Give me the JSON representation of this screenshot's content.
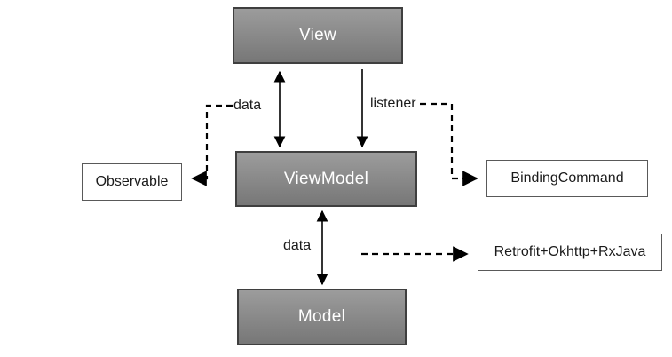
{
  "diagram": {
    "nodes": {
      "view": {
        "label": "View"
      },
      "viewmodel": {
        "label": "ViewModel"
      },
      "model": {
        "label": "Model"
      },
      "observable": {
        "label": "Observable"
      },
      "binding_command": {
        "label": "BindingCommand"
      },
      "retrofit": {
        "label": "Retrofit+Okhttp+RxJava"
      }
    },
    "edge_labels": {
      "data_top": "data",
      "listener": "listener",
      "data_bottom": "data"
    },
    "colors": {
      "node_fill_top": "#9c9c9c",
      "node_fill_bottom": "#777777",
      "node_border": "#3f3f3f",
      "node_text": "#ffffff",
      "plain_border": "#595959",
      "plain_text": "#1b1b1b",
      "connector": "#000000",
      "background": "#ffffff"
    }
  }
}
